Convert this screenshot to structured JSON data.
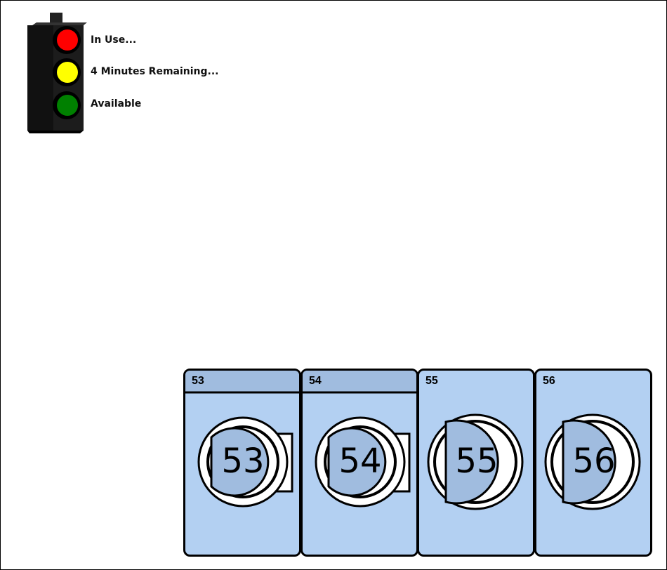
{
  "legend": {
    "in_use": "In Use...",
    "remaining": "4 Minutes Remaining...",
    "available": "Available"
  },
  "colors": {
    "in_use": "#ff0000",
    "remaining": "#ffff00",
    "available": "#008000",
    "machine_body": "#b3d0f2",
    "machine_top_active": "#a0bcdf",
    "door_glass": "#a0bcdf"
  },
  "machines": [
    {
      "number": "53",
      "label": "53",
      "door_label": "53",
      "door": "closed",
      "top_shaded": true
    },
    {
      "number": "54",
      "label": "54",
      "door_label": "54",
      "door": "closed",
      "top_shaded": true
    },
    {
      "number": "55",
      "label": "55",
      "door_label": "55",
      "door": "open",
      "top_shaded": false
    },
    {
      "number": "56",
      "label": "56",
      "door_label": "56",
      "door": "open",
      "top_shaded": false
    }
  ]
}
